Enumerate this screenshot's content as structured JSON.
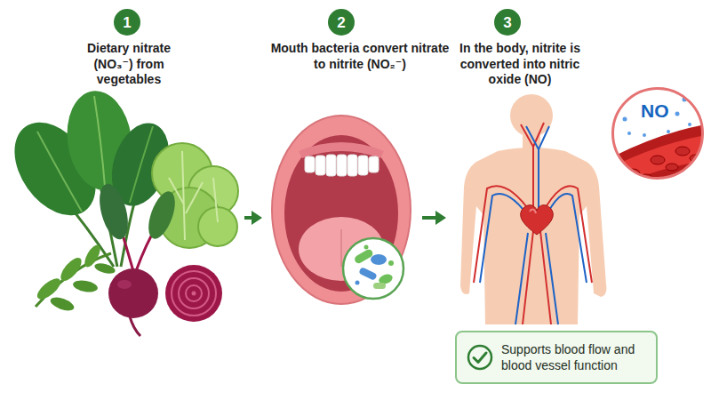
{
  "diagram": {
    "nodes": [
      {
        "text": [
          "1",
          "Dietary nitrate (NO₃⁻) from vegetables"
        ]
      },
      {
        "text": [
          "2",
          "Mouth bacteria convert nitrate to nitrite (NO₂⁻)"
        ]
      },
      {
        "text": [
          "3",
          "In the body, nitrite is converted into nitric oxide (NO)"
        ]
      },
      {
        "text": [
          "NO"
        ],
        "in": 2
      },
      {
        "text": [
          "Supports blood flow and blood vessel function"
        ],
        "in": 2
      }
    ],
    "edges": [
      {
        "from": 0,
        "to": 1,
        "arrow": "to"
      },
      {
        "from": 1,
        "to": 2,
        "arrow": "to"
      }
    ]
  }
}
